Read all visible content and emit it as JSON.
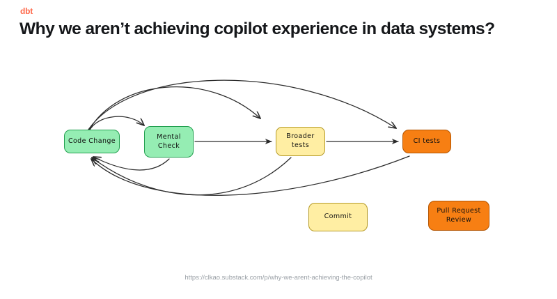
{
  "header": {
    "brand": "dbt",
    "title": "Why we aren’t achieving copilot experience in data systems?"
  },
  "footer": {
    "source_url": "https://clkao.substack.com/p/why-we-arent-achieving-the-copilot"
  },
  "colors": {
    "brand_orange": "#ff694a",
    "node_green_fill": "#95edb3",
    "node_green_stroke": "#23a050",
    "node_yellow_fill": "#ffeea3",
    "node_yellow_stroke": "#b59a28",
    "node_orange_fill": "#f77f13",
    "node_orange_stroke": "#b35400",
    "arrow_stroke": "#2b2b2b",
    "page_background": "#ffffff",
    "url_text": "#9aa0a6",
    "title_text": "#15171a"
  },
  "diagram": {
    "type": "flow-diagram",
    "nodes": [
      {
        "id": "code-change",
        "label": "Code Change",
        "color": "green"
      },
      {
        "id": "mental-check",
        "label": "Mental\nCheck",
        "color": "green"
      },
      {
        "id": "broader-tests",
        "label": "Broader\ntests",
        "color": "yellow"
      },
      {
        "id": "ci-tests",
        "label": "CI tests",
        "color": "orange"
      },
      {
        "id": "commit",
        "label": "Commit",
        "color": "yellow"
      },
      {
        "id": "pull-request-review",
        "label": "Pull Request\nReview",
        "color": "orange"
      }
    ],
    "edges": [
      {
        "from": "code-change",
        "to": "mental-check",
        "style": "curved-arc-above"
      },
      {
        "from": "code-change",
        "to": "broader-tests",
        "style": "curved-arc-above"
      },
      {
        "from": "code-change",
        "to": "ci-tests",
        "style": "curved-arc-above"
      },
      {
        "from": "mental-check",
        "to": "broader-tests",
        "style": "straight"
      },
      {
        "from": "broader-tests",
        "to": "ci-tests",
        "style": "straight"
      },
      {
        "from": "mental-check",
        "to": "code-change",
        "style": "curved-arc-below"
      },
      {
        "from": "broader-tests",
        "to": "code-change",
        "style": "curved-arc-below"
      },
      {
        "from": "ci-tests",
        "to": "code-change",
        "style": "curved-arc-below"
      }
    ]
  }
}
